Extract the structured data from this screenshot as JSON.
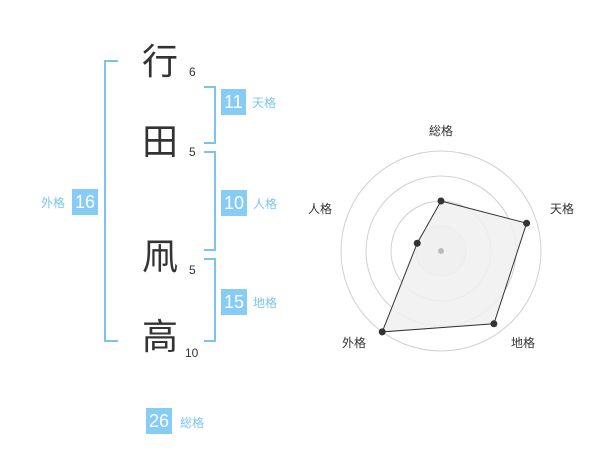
{
  "name": {
    "characters": [
      {
        "char": "行",
        "strokes": "6"
      },
      {
        "char": "田",
        "strokes": "5"
      },
      {
        "char": "凧",
        "strokes": "5"
      },
      {
        "char": "高",
        "strokes": "10"
      }
    ]
  },
  "fortune": {
    "tenkaku": {
      "label": "天格",
      "value": "11"
    },
    "jinkaku": {
      "label": "人格",
      "value": "10"
    },
    "chikaku": {
      "label": "地格",
      "value": "15"
    },
    "gaikaku": {
      "label": "外格",
      "value": "16"
    },
    "soukaku": {
      "label": "総格",
      "value": "26"
    }
  },
  "chart_data": {
    "type": "radar",
    "axes": [
      "総格",
      "天格",
      "地格",
      "外格",
      "人格"
    ],
    "values": [
      0.5,
      0.9,
      0.9,
      1.0,
      0.25
    ],
    "rings": 4,
    "range": [
      0,
      1
    ],
    "colors": {
      "fill": "#f0f0f0",
      "stroke": "#333333",
      "ring": "#d0d0d0",
      "center": "#bbbbbb"
    }
  },
  "colors": {
    "accent": "#87ccf5",
    "bracket": "#7cc4ee",
    "text": "#333333"
  }
}
